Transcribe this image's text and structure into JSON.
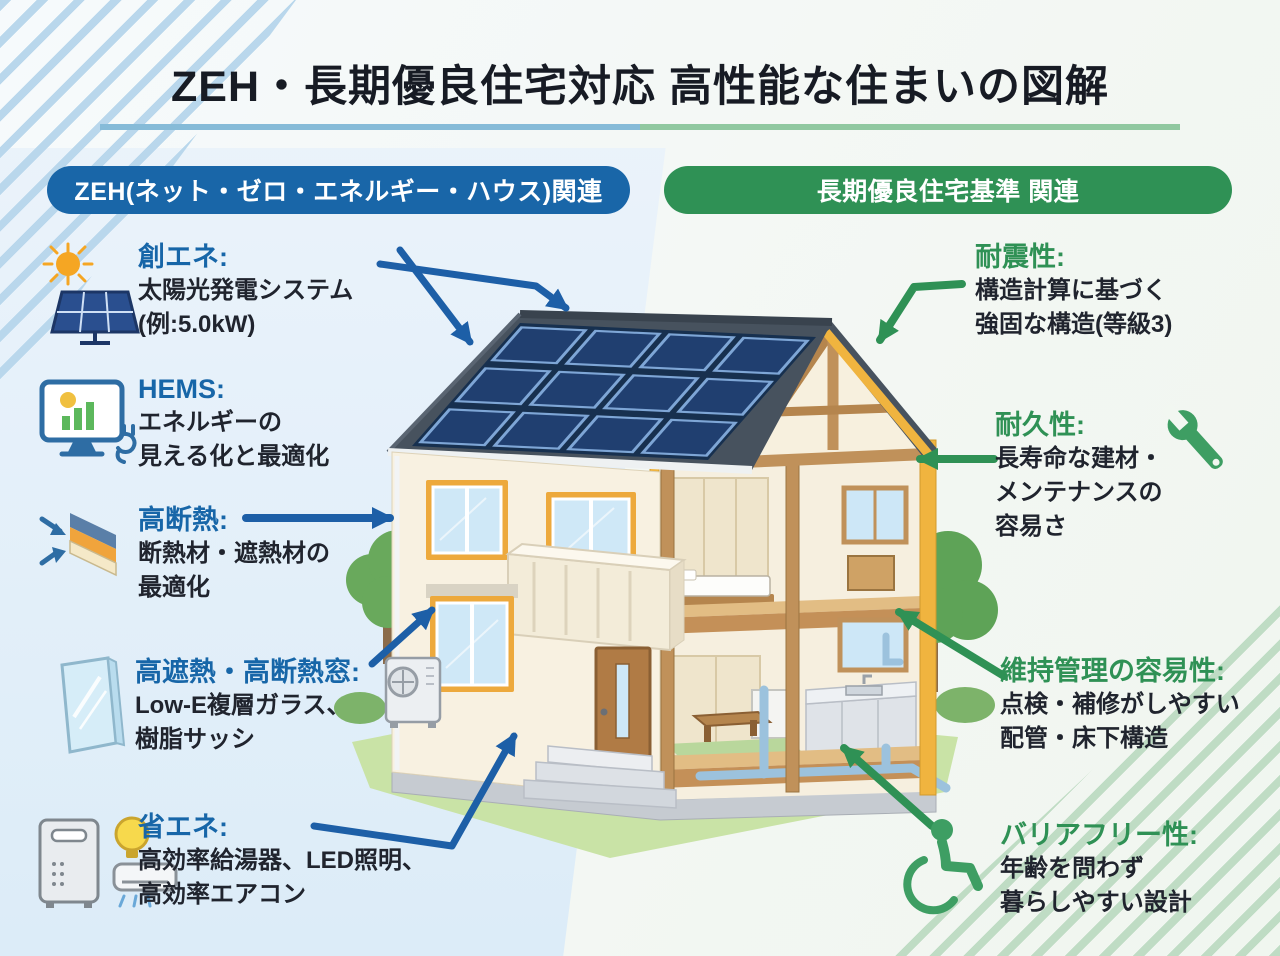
{
  "title": "ZEH・長期優良住宅対応 高性能な住まいの図解",
  "colors": {
    "zeh_accent": "#1966a8",
    "chouki_accent": "#2f9155",
    "body_text": "#20242e",
    "underline_left": "#86bbd8",
    "underline_right": "#90c8a0"
  },
  "left_section": {
    "banner": "ZEH(ネット・ゼロ・エネルギー・ハウス)関連",
    "items": [
      {
        "icon": "sun-solar-panel-icon",
        "heading": "創エネ:",
        "lines": [
          "太陽光発電システム",
          "(例:5.0kW)"
        ]
      },
      {
        "icon": "hems-monitor-plug-icon",
        "heading": "HEMS:",
        "lines": [
          "エネルギーの",
          "見える化と最適化"
        ]
      },
      {
        "icon": "insulation-layers-icon",
        "heading": "高断熱:",
        "lines": [
          "断熱材・遮熱材の",
          "最適化"
        ]
      },
      {
        "icon": "window-glass-icon",
        "heading": "高遮熱・高断熱窓:",
        "lines": [
          "Low-E複層ガラス、",
          "樹脂サッシ"
        ]
      },
      {
        "icon": "water-heater-led-aircon-icon",
        "heading": "省エネ:",
        "lines": [
          "高効率給湯器、LED照明、",
          "高効率エアコン"
        ]
      }
    ]
  },
  "right_section": {
    "banner": "長期優良住宅基準 関連",
    "items": [
      {
        "icon": "",
        "heading": "耐震性:",
        "lines": [
          "構造計算に基づく",
          "強固な構造(等級3)"
        ]
      },
      {
        "icon": "wrench-icon",
        "heading": "耐久性:",
        "lines": [
          "長寿命な建材・",
          "メンテナンスの",
          "容易さ"
        ]
      },
      {
        "icon": "",
        "heading": "維持管理の容易性:",
        "lines": [
          "点検・補修がしやすい",
          "配管・床下構造"
        ]
      },
      {
        "icon": "wheelchair-icon",
        "heading": "バリアフリー性:",
        "lines": [
          "年齢を問わず",
          "暮らしやすい設計"
        ]
      }
    ]
  },
  "illustration": {
    "description": "二階建て住宅の断面図(左:外観、右:内部構造)、屋根に太陽光パネル"
  }
}
